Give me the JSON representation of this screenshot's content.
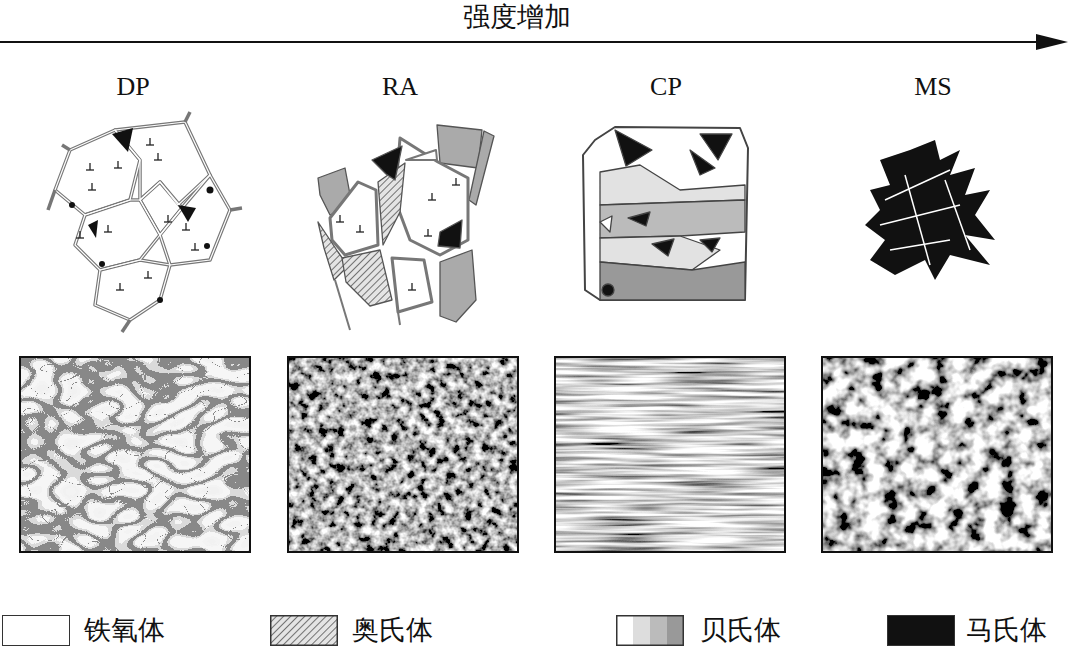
{
  "diagram": {
    "title": "强度增加",
    "labels": [
      "DP",
      "RA",
      "CP",
      "MS"
    ],
    "legend": [
      {
        "text": "铁氧体",
        "color": "#ffffff"
      },
      {
        "text": "奥氏体"
      },
      {
        "text": "贝氏体"
      },
      {
        "text": "马氏体",
        "color": "#111111"
      }
    ]
  }
}
